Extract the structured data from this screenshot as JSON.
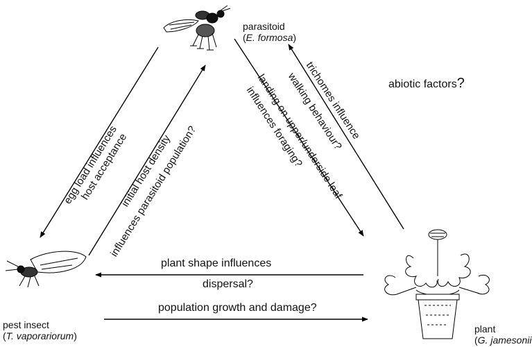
{
  "nodes": {
    "parasitoid": {
      "name": "parasitoid",
      "species": "E. formosa"
    },
    "pest": {
      "name": "pest insect",
      "species": "T. vaporariorum"
    },
    "plant": {
      "name": "plant",
      "species": "G. jamesonii"
    }
  },
  "abiotic": {
    "text": "abiotic factors",
    "mark": "?"
  },
  "relations": {
    "egg_load_1": "egg load influences",
    "egg_load_2": "host acceptance",
    "host_density_1": "initial host density",
    "host_density_2": "influences parasitoid population?",
    "landing_1": "landing on upper/underside leaf",
    "landing_2": "influences foraging?",
    "trichomes_1": "trichomes influence",
    "trichomes_2": "walking behaviour?",
    "shape_1": "plant shape influences",
    "shape_2": "dispersal?",
    "growth": "population growth and damage?"
  },
  "icons": [
    "wasp-icon",
    "whitefly-icon",
    "potted-plant-icon"
  ]
}
